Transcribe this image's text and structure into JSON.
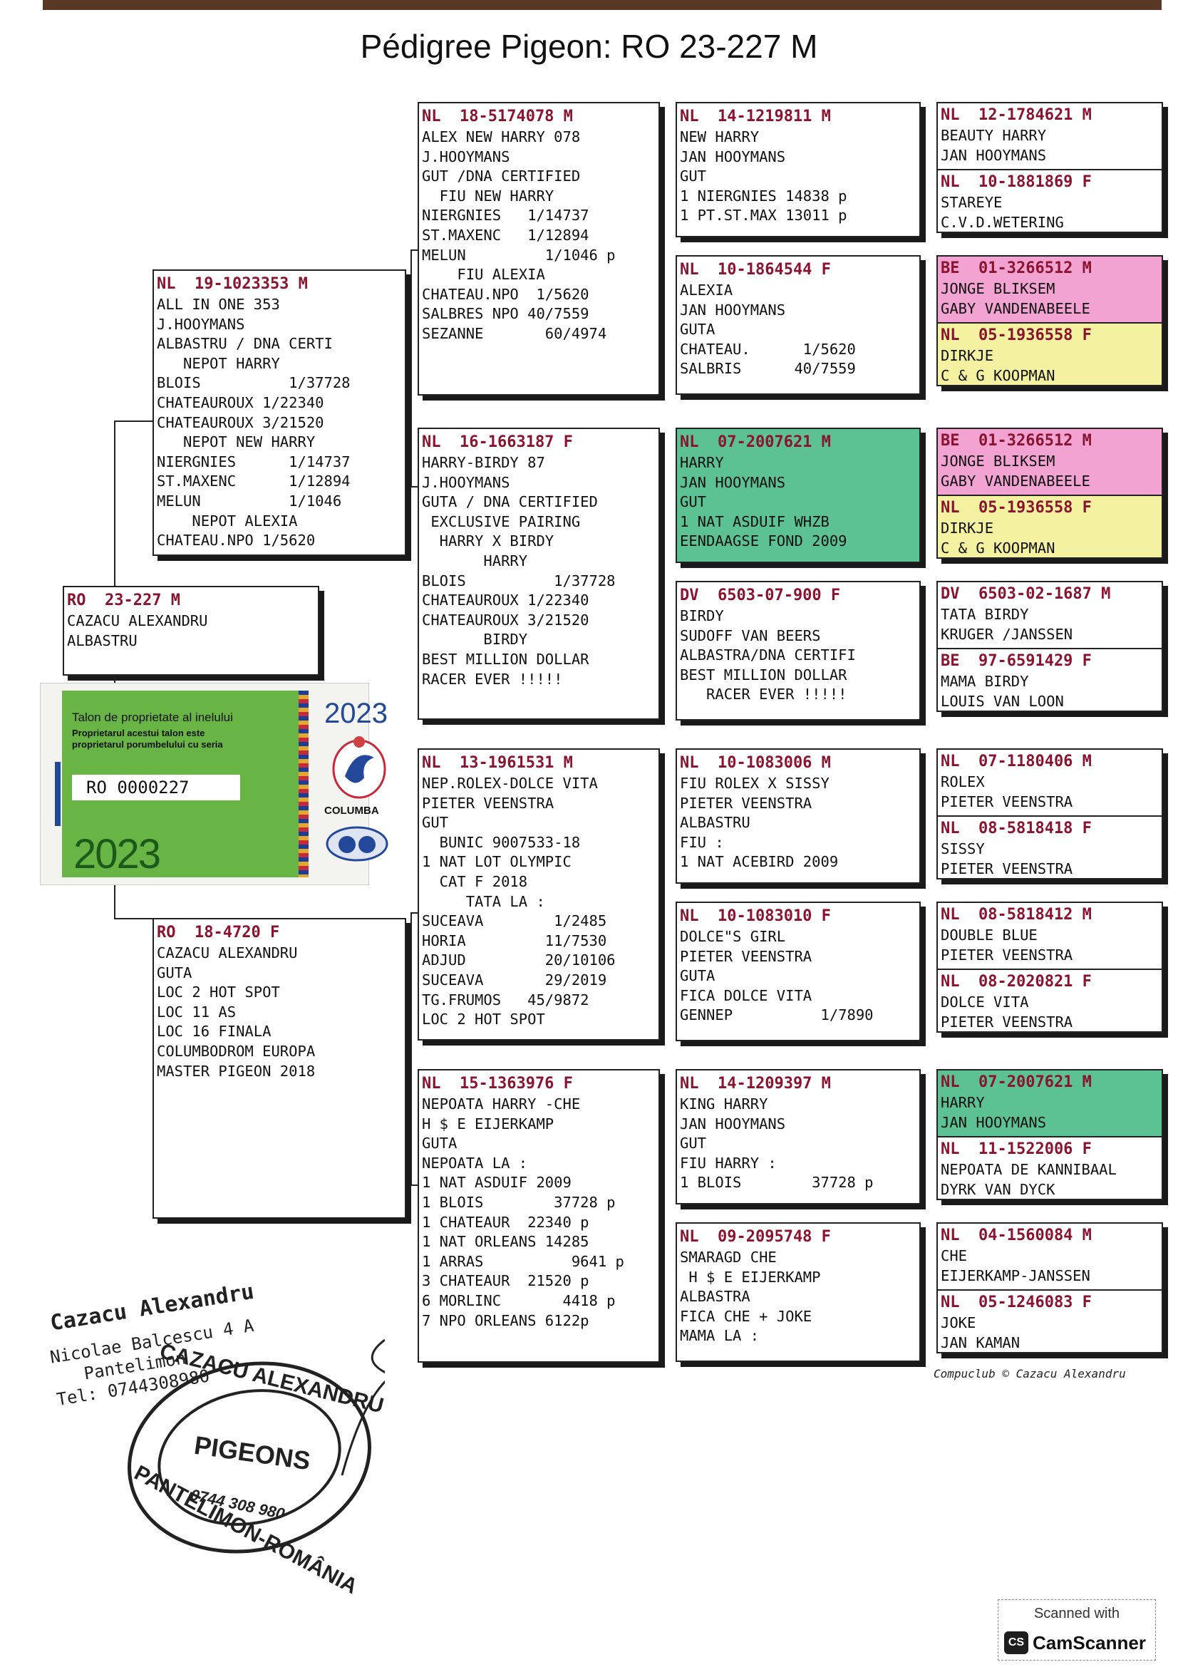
{
  "title": "Pédigree Pigeon: RO  23-227 M",
  "pigeons": {
    "subject": {
      "ring": "RO  23-227 M",
      "lines": [
        "",
        "CAZACU ALEXANDRU",
        "ALBASTRU"
      ]
    },
    "sire": {
      "ring": "NL  19-1023353 M",
      "lines": [
        "ALL IN ONE 353",
        "J.HOOYMANS",
        "ALBASTRU / DNA CERTI",
        "   NEPOT HARRY",
        "BLOIS          1/37728",
        "CHATEAUROUX 1/22340",
        "CHATEAUROUX 3/21520",
        "   NEPOT NEW HARRY",
        "NIERGNIES      1/14737",
        "ST.MAXENC      1/12894",
        "MELUN          1/1046",
        "    NEPOT ALEXIA",
        "CHATEAU.NPO 1/5620"
      ]
    },
    "dam": {
      "ring": "RO  18-4720 F",
      "lines": [
        "",
        "CAZACU ALEXANDRU",
        "GUTA",
        "LOC 2 HOT SPOT",
        "LOC 11 AS",
        "LOC 16 FINALA",
        "COLUMBODROM EUROPA",
        "MASTER PIGEON 2018"
      ]
    },
    "ss": {
      "ring": "NL  18-5174078 M",
      "lines": [
        "ALEX NEW HARRY 078",
        "J.HOOYMANS",
        "GUT /DNA CERTIFIED",
        "  FIU NEW HARRY",
        "NIERGNIES   1/14737",
        "ST.MAXENC   1/12894",
        "MELUN         1/1046 p",
        "    FIU ALEXIA",
        "CHATEAU.NPO  1/5620",
        "SALBRES NPO 40/7559",
        "SEZANNE       60/4974"
      ]
    },
    "sd": {
      "ring": "NL  16-1663187 F",
      "lines": [
        "HARRY-BIRDY 87",
        "J.HOOYMANS",
        "GUTA / DNA CERTIFIED",
        " EXCLUSIVE PAIRING",
        "  HARRY X BIRDY",
        "       HARRY",
        "BLOIS          1/37728",
        "CHATEAUROUX 1/22340",
        "CHATEAUROUX 3/21520",
        "       BIRDY",
        "BEST MILLION DOLLAR",
        "RACER EVER !!!!!"
      ]
    },
    "ds": {
      "ring": "NL  13-1961531 M",
      "lines": [
        "NEP.ROLEX-DOLCE VITA",
        "PIETER VEENSTRA",
        "GUT",
        "  BUNIC 9007533-18",
        "1 NAT LOT OLYMPIC",
        "  CAT F 2018",
        "     TATA LA :",
        "SUCEAVA        1/2485",
        "HORIA         11/7530",
        "ADJUD         20/10106",
        "SUCEAVA       29/2019",
        "TG.FRUMOS   45/9872",
        "LOC 2 HOT SPOT"
      ]
    },
    "dd": {
      "ring": "NL  15-1363976 F",
      "lines": [
        "NEPOATA HARRY -CHE",
        "H $ E EIJERKAMP",
        "GUTA",
        "NEPOATA LA :",
        "1 NAT ASDUIF 2009",
        "1 BLOIS        37728 p",
        "1 CHATEAUR  22340 p",
        "1 NAT ORLEANS 14285",
        "1 ARRAS          9641 p",
        "3 CHATEAUR  21520 p",
        "6 MORLINC       4418 p",
        "7 NPO ORLEANS 6122p"
      ]
    },
    "sss": {
      "ring": "NL  14-1219811 M",
      "lines": [
        "NEW HARRY",
        "JAN HOOYMANS",
        "GUT",
        "1 NIERGNIES 14838 p",
        "1 PT.ST.MAX 13011 p"
      ]
    },
    "ssd": {
      "ring": "NL  10-1864544 F",
      "lines": [
        "ALEXIA",
        "JAN HOOYMANS",
        "GUTA",
        "CHATEAU.      1/5620",
        "SALBRIS      40/7559"
      ]
    },
    "sds": {
      "ring": "NL  07-2007621 M",
      "lines": [
        "HARRY",
        "JAN HOOYMANS",
        "GUT",
        "1 NAT ASDUIF WHZB",
        "EENDAAGSE FOND 2009"
      ]
    },
    "sdd": {
      "ring": "DV  6503-07-900 F",
      "lines": [
        "BIRDY",
        "SUDOFF VAN BEERS",
        "ALBASTRA/DNA CERTIFI",
        "BEST MILLION DOLLAR",
        "   RACER EVER !!!!!"
      ]
    },
    "dss": {
      "ring": "NL  10-1083006 M",
      "lines": [
        "FIU ROLEX X SISSY",
        "PIETER VEENSTRA",
        "ALBASTRU",
        "FIU :",
        "1 NAT ACEBIRD 2009"
      ]
    },
    "dsd": {
      "ring": "NL  10-1083010 F",
      "lines": [
        "DOLCE\"S GIRL",
        "PIETER VEENSTRA",
        "GUTA",
        "FICA DOLCE VITA",
        "GENNEP          1/7890"
      ]
    },
    "dds": {
      "ring": "NL  14-1209397 M",
      "lines": [
        "KING HARRY",
        "JAN HOOYMANS",
        "GUT",
        "FIU HARRY :",
        "1 BLOIS        37728 p"
      ]
    },
    "ddd": {
      "ring": "NL  09-2095748 F",
      "lines": [
        "SMARAGD CHE",
        " H $ E EIJERKAMP",
        "ALBASTRA",
        "FICA CHE + JOKE",
        "MAMA LA :"
      ]
    },
    "g1": {
      "ring": "NL  12-1784621 M",
      "lines": [
        "BEAUTY HARRY",
        "JAN HOOYMANS"
      ]
    },
    "g2": {
      "ring": "NL  10-1881869 F",
      "lines": [
        "STAREYE",
        "C.V.D.WETERING"
      ]
    },
    "g3": {
      "ring": "BE  01-3266512 M",
      "lines": [
        "JONGE BLIKSEM",
        "GABY VANDENABEELE"
      ]
    },
    "g4": {
      "ring": "NL  05-1936558 F",
      "lines": [
        "DIRKJE",
        "C & G KOOPMAN"
      ]
    },
    "g5": {
      "ring": "BE  01-3266512 M",
      "lines": [
        "JONGE BLIKSEM",
        "GABY VANDENABEELE"
      ]
    },
    "g6": {
      "ring": "NL  05-1936558 F",
      "lines": [
        "DIRKJE",
        "C & G KOOPMAN"
      ]
    },
    "g7": {
      "ring": "DV  6503-02-1687 M",
      "lines": [
        "TATA BIRDY",
        "KRUGER /JANSSEN"
      ]
    },
    "g8": {
      "ring": "BE  97-6591429 F",
      "lines": [
        "MAMA BIRDY",
        "LOUIS VAN LOON"
      ]
    },
    "g9": {
      "ring": "NL  07-1180406 M",
      "lines": [
        "ROLEX",
        "PIETER VEENSTRA"
      ]
    },
    "g10": {
      "ring": "NL  08-5818418 F",
      "lines": [
        "SISSY",
        "PIETER VEENSTRA"
      ]
    },
    "g11": {
      "ring": "NL  08-5818412 M",
      "lines": [
        "DOUBLE BLUE",
        "PIETER VEENSTRA"
      ]
    },
    "g12": {
      "ring": "NL  08-2020821 F",
      "lines": [
        "DOLCE VITA",
        "PIETER VEENSTRA"
      ]
    },
    "g13": {
      "ring": "NL  07-2007621 M",
      "lines": [
        "HARRY",
        "JAN HOOYMANS"
      ]
    },
    "g14": {
      "ring": "NL  11-1522006 F",
      "lines": [
        "NEPOATA DE KANNIBAAL",
        "DYRK VAN DYCK"
      ]
    },
    "g15": {
      "ring": "NL  04-1560084 M",
      "lines": [
        "CHE",
        "EIJERKAMP-JANSSEN"
      ]
    },
    "g16": {
      "ring": "NL  05-1246083 F",
      "lines": [
        "JOKE",
        "JAN KAMAN"
      ]
    }
  },
  "talon": {
    "line1": "Talon de proprietate al inelului",
    "line2": "Proprietarul acestui talon este",
    "line3": "proprietarul porumbelului cu seria",
    "ring": "RO  0000227",
    "year_big": "2023",
    "year_right": "2023",
    "org": "COLUMBA"
  },
  "owner": {
    "name": "Cazacu Alexandru",
    "address": "Nicolae Balcescu 4 A\n   Pantelimon\nTel: 0744308980"
  },
  "stamp": {
    "top": "CAZACU ALEXANDRU",
    "middle": "PIGEONS",
    "phone": "0744 308 980",
    "bottom": "PANTELIMON-ROMÂNIA"
  },
  "footer_credit": "Compuclub © Cazacu Alexandru",
  "scanner": {
    "top": "Scanned with",
    "logo": "CS",
    "name": "CamScanner"
  }
}
